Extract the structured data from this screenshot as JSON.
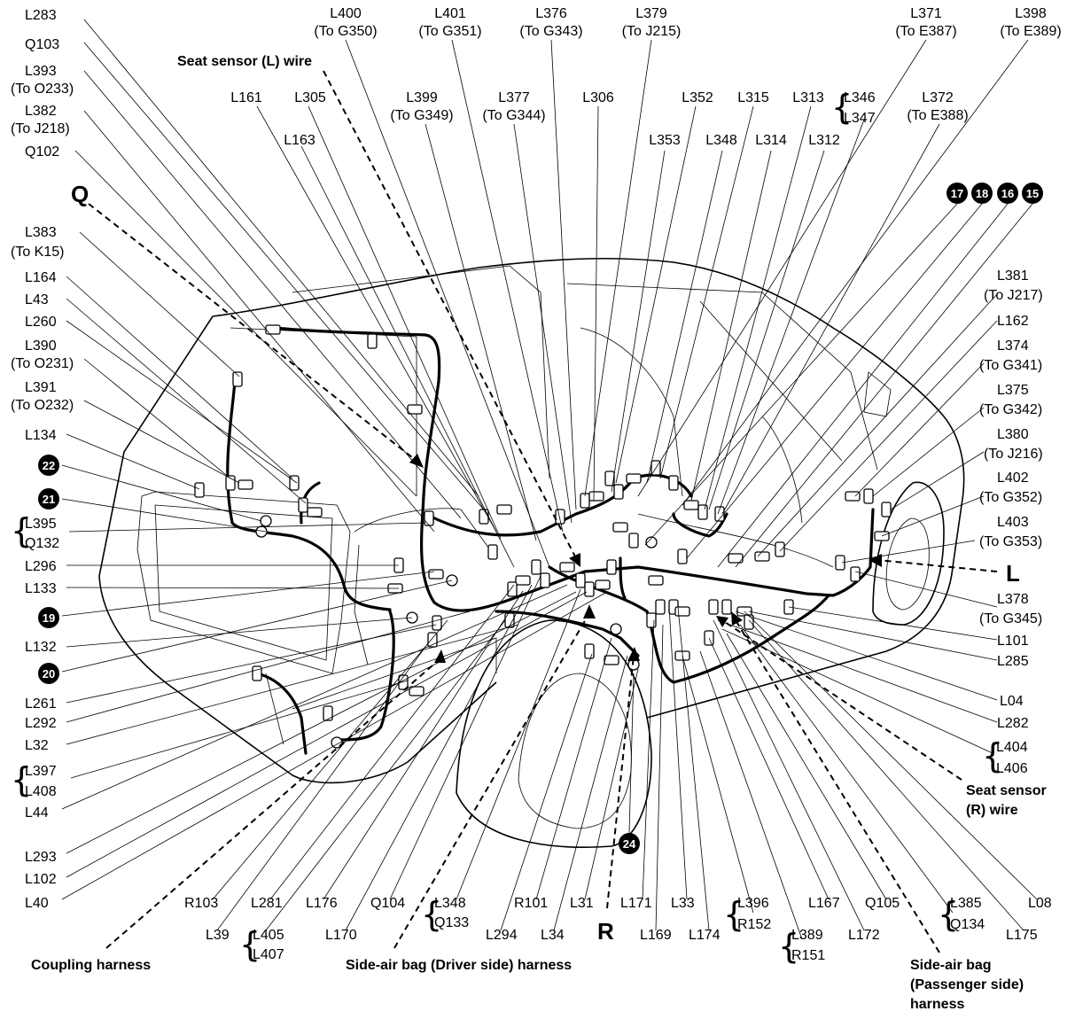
{
  "labels": {
    "top": [
      {
        "id": "L400",
        "line1": "L400",
        "line2": "(To G350)"
      },
      {
        "id": "L401",
        "line1": "L401",
        "line2": "(To G351)"
      },
      {
        "id": "L376",
        "line1": "L376",
        "line2": "(To G343)"
      },
      {
        "id": "L379",
        "line1": "L379",
        "line2": "(To J215)"
      },
      {
        "id": "L371",
        "line1": "L371",
        "line2": "(To E387)"
      },
      {
        "id": "L398",
        "line1": "L398",
        "line2": "(To E389)"
      },
      {
        "id": "L161",
        "line1": "L161",
        "line2": ""
      },
      {
        "id": "L305",
        "line1": "L305",
        "line2": ""
      },
      {
        "id": "L399",
        "line1": "L399",
        "line2": "(To G349)"
      },
      {
        "id": "L377",
        "line1": "L377",
        "line2": "(To G344)"
      },
      {
        "id": "L306",
        "line1": "L306",
        "line2": ""
      },
      {
        "id": "L352",
        "line1": "L352",
        "line2": ""
      },
      {
        "id": "L315",
        "line1": "L315",
        "line2": ""
      },
      {
        "id": "L313",
        "line1": "L313",
        "line2": ""
      },
      {
        "id": "L372",
        "line1": "L372",
        "line2": "(To E388)"
      },
      {
        "id": "L163",
        "line1": "L163",
        "line2": ""
      },
      {
        "id": "L353",
        "line1": "L353",
        "line2": ""
      },
      {
        "id": "L348t",
        "line1": "L348",
        "line2": ""
      },
      {
        "id": "L314",
        "line1": "L314",
        "line2": ""
      },
      {
        "id": "L312",
        "line1": "L312",
        "line2": ""
      }
    ],
    "left": [
      {
        "id": "L283",
        "text": "L283"
      },
      {
        "id": "Q103",
        "text": "Q103"
      },
      {
        "id": "L393",
        "text": "L393"
      },
      {
        "id": "L393s",
        "text": "(To O233)"
      },
      {
        "id": "L382",
        "text": "L382"
      },
      {
        "id": "L382s",
        "text": "(To J218)"
      },
      {
        "id": "Q102",
        "text": "Q102"
      },
      {
        "id": "L383",
        "text": "L383"
      },
      {
        "id": "L383s",
        "text": "(To K15)"
      },
      {
        "id": "L164",
        "text": "L164"
      },
      {
        "id": "L43",
        "text": "L43"
      },
      {
        "id": "L260",
        "text": "L260"
      },
      {
        "id": "L390",
        "text": "L390"
      },
      {
        "id": "L390s",
        "text": "(To O231)"
      },
      {
        "id": "L391",
        "text": "L391"
      },
      {
        "id": "L391s",
        "text": "(To O232)"
      },
      {
        "id": "L134",
        "text": "L134"
      },
      {
        "id": "L395",
        "text": "L395"
      },
      {
        "id": "Q132",
        "text": "Q132"
      },
      {
        "id": "L296",
        "text": "L296"
      },
      {
        "id": "L133",
        "text": "L133"
      },
      {
        "id": "L132",
        "text": "L132"
      },
      {
        "id": "L261",
        "text": "L261"
      },
      {
        "id": "L292",
        "text": "L292"
      },
      {
        "id": "L32",
        "text": "L32"
      },
      {
        "id": "L397",
        "text": "L397"
      },
      {
        "id": "L408",
        "text": "L408"
      },
      {
        "id": "L44",
        "text": "L44"
      },
      {
        "id": "L293",
        "text": "L293"
      },
      {
        "id": "L102",
        "text": "L102"
      },
      {
        "id": "L40",
        "text": "L40"
      }
    ],
    "right": [
      {
        "id": "L381",
        "text": "L381"
      },
      {
        "id": "L381s",
        "text": "(To J217)"
      },
      {
        "id": "L162",
        "text": "L162"
      },
      {
        "id": "L374",
        "text": "L374"
      },
      {
        "id": "L374s",
        "text": "(To G341)"
      },
      {
        "id": "L375",
        "text": "L375"
      },
      {
        "id": "L375s",
        "text": "(To G342)"
      },
      {
        "id": "L380",
        "text": "L380"
      },
      {
        "id": "L380s",
        "text": "(To J216)"
      },
      {
        "id": "L402",
        "text": "L402"
      },
      {
        "id": "L402s",
        "text": "(To G352)"
      },
      {
        "id": "L403",
        "text": "L403"
      },
      {
        "id": "L403s",
        "text": "(To G353)"
      },
      {
        "id": "L378",
        "text": "L378"
      },
      {
        "id": "L378s",
        "text": "(To G345)"
      },
      {
        "id": "L101",
        "text": "L101"
      },
      {
        "id": "L285",
        "text": "L285"
      },
      {
        "id": "L04",
        "text": "L04"
      },
      {
        "id": "L282",
        "text": "L282"
      },
      {
        "id": "L404",
        "text": "L404"
      },
      {
        "id": "L406",
        "text": "L406"
      }
    ],
    "bottom": [
      {
        "id": "R103",
        "text": "R103"
      },
      {
        "id": "L281",
        "text": "L281"
      },
      {
        "id": "L176",
        "text": "L176"
      },
      {
        "id": "Q104",
        "text": "Q104"
      },
      {
        "id": "L348b",
        "text": "L348"
      },
      {
        "id": "Q133",
        "text": "Q133"
      },
      {
        "id": "R101",
        "text": "R101"
      },
      {
        "id": "L31",
        "text": "L31"
      },
      {
        "id": "L171",
        "text": "L171"
      },
      {
        "id": "L33",
        "text": "L33"
      },
      {
        "id": "L396",
        "text": "L396"
      },
      {
        "id": "R152",
        "text": "R152"
      },
      {
        "id": "L167",
        "text": "L167"
      },
      {
        "id": "Q105",
        "text": "Q105"
      },
      {
        "id": "L385",
        "text": "L385"
      },
      {
        "id": "Q134",
        "text": "Q134"
      },
      {
        "id": "L08",
        "text": "L08"
      },
      {
        "id": "L39",
        "text": "L39"
      },
      {
        "id": "L405",
        "text": "L405"
      },
      {
        "id": "L407",
        "text": "L407"
      },
      {
        "id": "L170",
        "text": "L170"
      },
      {
        "id": "L294",
        "text": "L294"
      },
      {
        "id": "L34",
        "text": "L34"
      },
      {
        "id": "L169",
        "text": "L169"
      },
      {
        "id": "L174",
        "text": "L174"
      },
      {
        "id": "L389",
        "text": "L389"
      },
      {
        "id": "R151",
        "text": "R151"
      },
      {
        "id": "L172",
        "text": "L172"
      },
      {
        "id": "L175",
        "text": "L175"
      }
    ],
    "brace_pairs": {
      "L346": "L346",
      "L347": "L347"
    },
    "circled_numbers": [
      "17",
      "18",
      "16",
      "15",
      "22",
      "21",
      "19",
      "20",
      "24"
    ],
    "view_letters": {
      "Q": "Q",
      "L": "L",
      "R": "R"
    },
    "callouts": {
      "seat_sensor_l": "Seat sensor (L) wire",
      "seat_sensor_r_1": "Seat sensor",
      "seat_sensor_r_2": "(R) wire",
      "coupling": "Coupling harness",
      "side_air_bag_driver": "Side-air bag (Driver side) harness",
      "side_air_bag_pass_1": "Side-air bag",
      "side_air_bag_pass_2": "(Passenger side)",
      "side_air_bag_pass_3": "harness"
    }
  }
}
